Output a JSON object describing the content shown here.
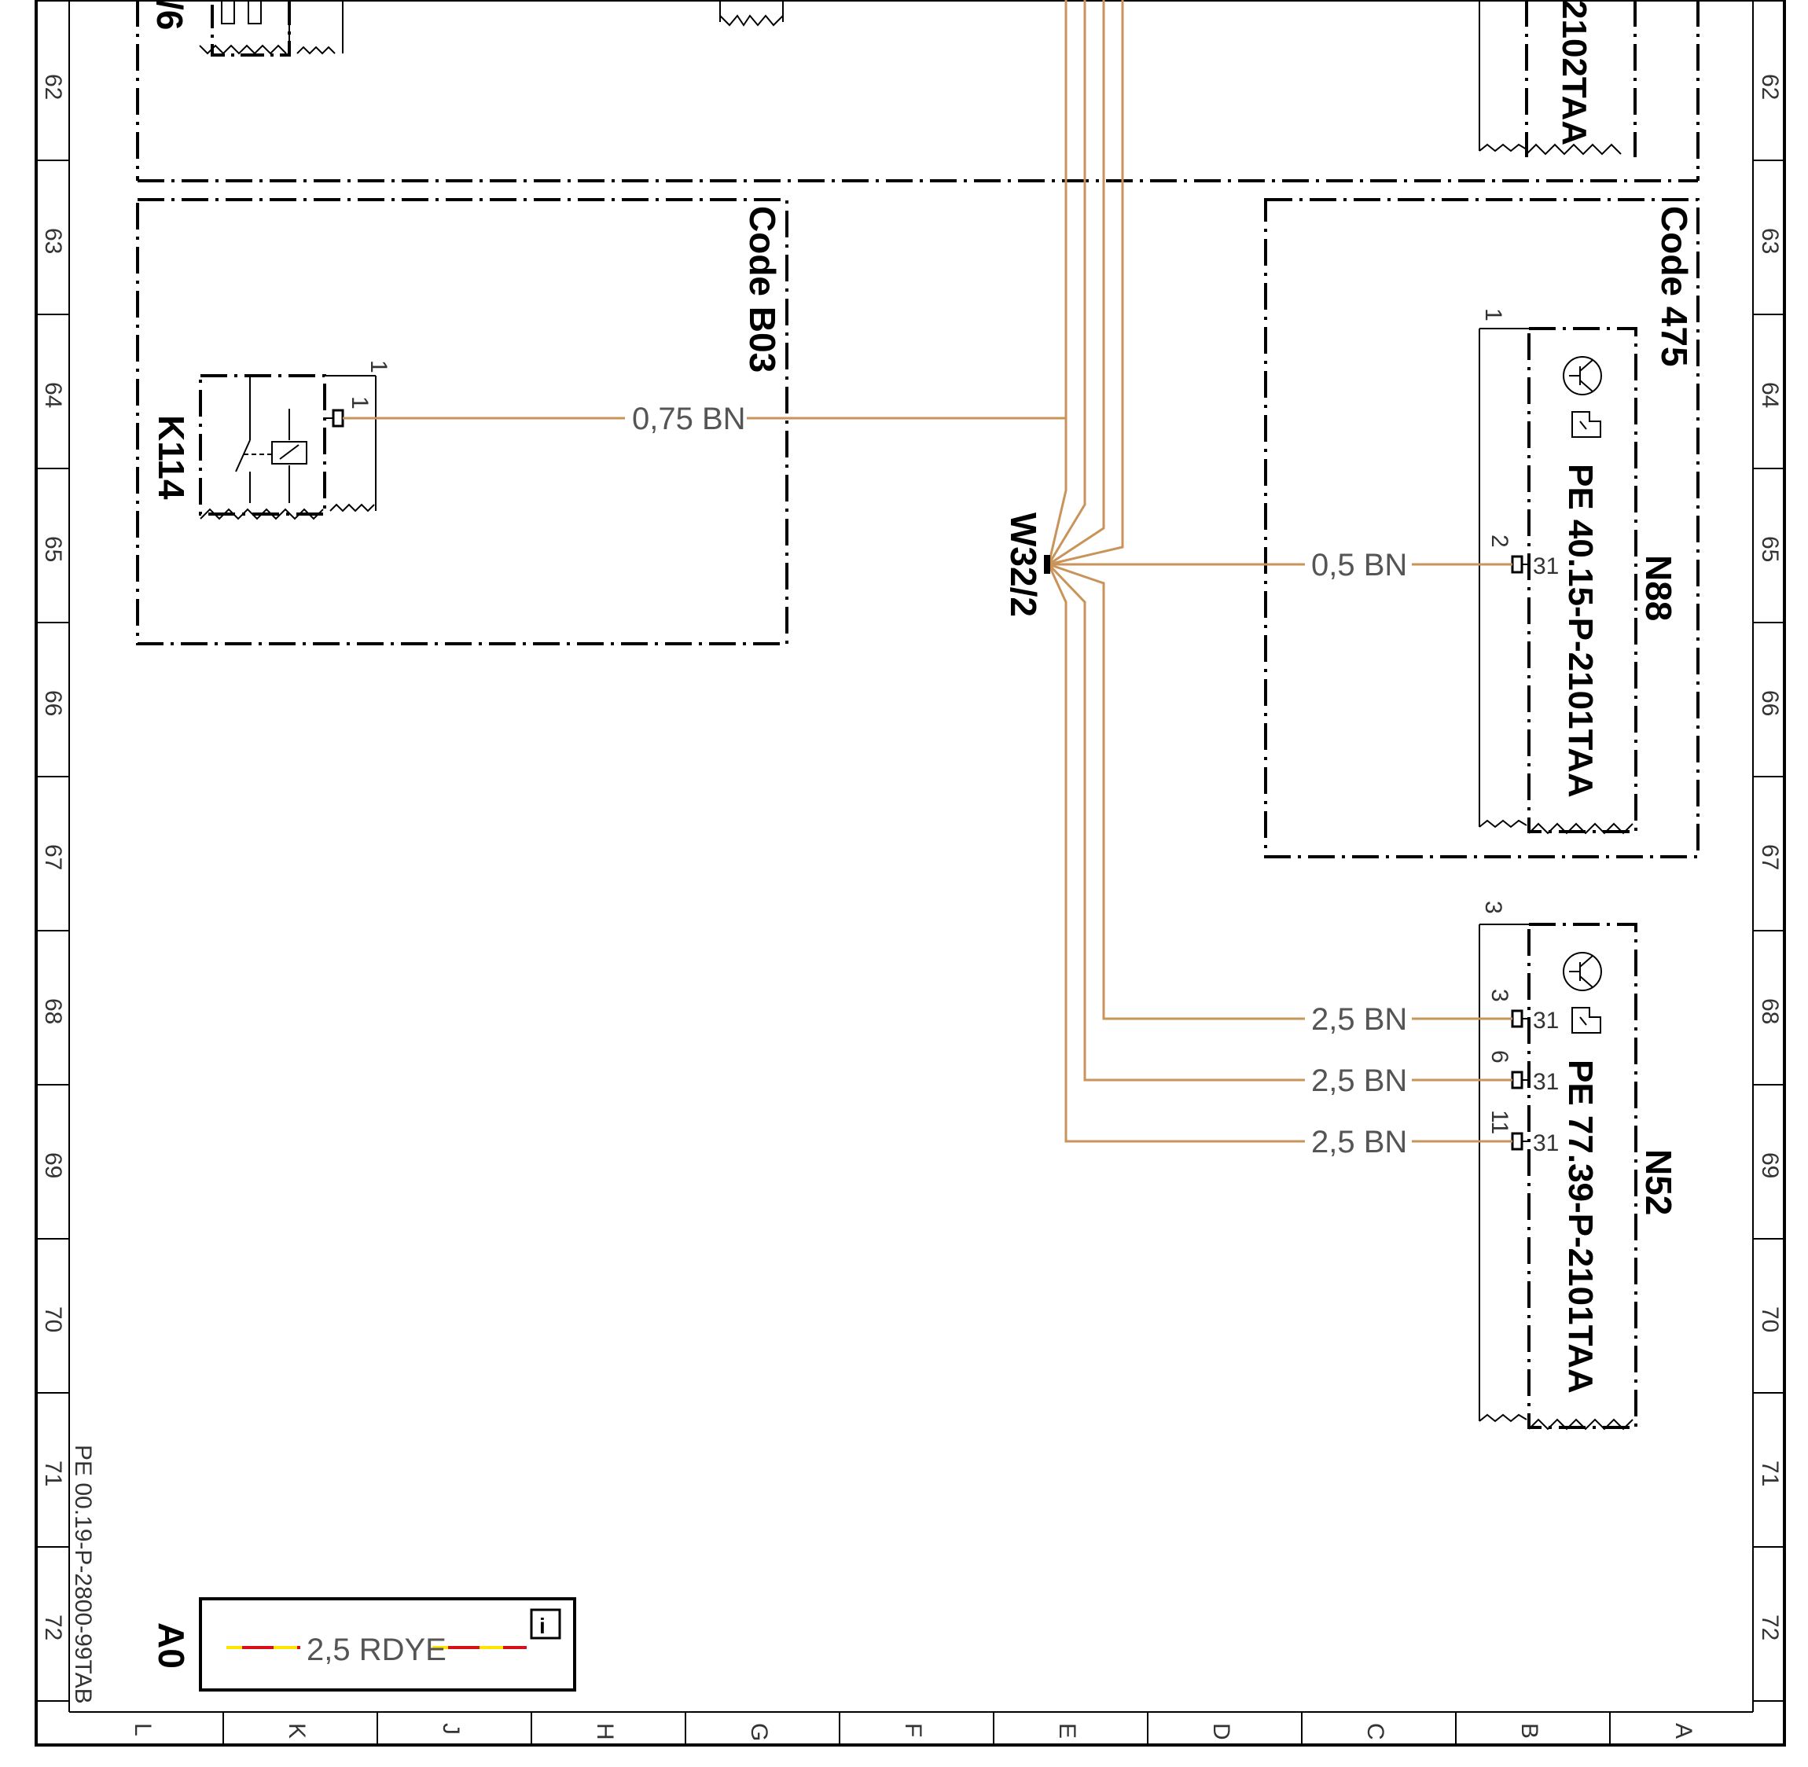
{
  "sheet": {
    "row_numbers": [
      "62",
      "63",
      "64",
      "65",
      "66",
      "67",
      "68",
      "69",
      "70",
      "71",
      "72"
    ],
    "column_letters": [
      "L",
      "K",
      "J",
      "H",
      "G",
      "F",
      "E",
      "D",
      "C",
      "B",
      "A"
    ],
    "drawing_number": "PE 00.19-P-2800-99TAB"
  },
  "blocks": {
    "top_left_fragment": "/6",
    "top_right_ref": "2102TAA",
    "code_b03": "Code B03",
    "code_475": "Code 475",
    "k114": "K114",
    "k114_pin": "1",
    "k114_pin_outer": "1",
    "n88": "N88",
    "n88_ref": "PE 40.15-P-2101TAA",
    "n88_pin_outer_top": "1",
    "n88_pin": "2",
    "n88_term": "31",
    "n52": "N52",
    "n52_ref": "PE 77.39-P-2101TAA",
    "n52_pin_outer_top": "3",
    "n52_pins": [
      "3",
      "6",
      "11"
    ],
    "n52_term": "31"
  },
  "wires": {
    "k114_wire": "0,75 BN",
    "n88_wire": "0,5 BN",
    "n52_wires": [
      "2,5 BN",
      "2,5 BN",
      "2,5 BN"
    ],
    "splice": "W32/2"
  },
  "legend": {
    "id": "A0",
    "wire_label": "2,5 RDYE",
    "wire_colors": [
      "#ffe600",
      "#d4101a"
    ]
  }
}
